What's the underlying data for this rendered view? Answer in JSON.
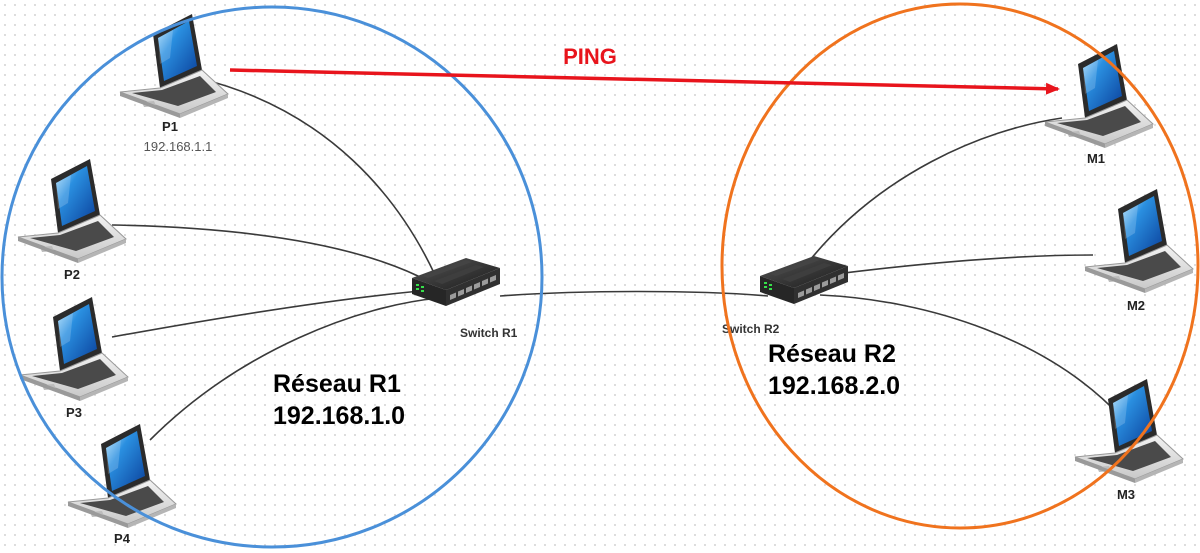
{
  "colors": {
    "network_r1": "#4a90d9",
    "network_r2": "#f0731e",
    "ping": "#e8141c",
    "cable": "#3a3a3a"
  },
  "ping": {
    "label": "PING",
    "from": "P1",
    "to": "M1"
  },
  "networks": {
    "r1": {
      "name": "Réseau R1",
      "address": "192.168.1.0"
    },
    "r2": {
      "name": "Réseau R2",
      "address": "192.168.2.0"
    }
  },
  "switches": {
    "s1": {
      "label": "Switch R1",
      "icon": "network-switch-icon"
    },
    "s2": {
      "label": "Switch R2",
      "icon": "network-switch-icon"
    }
  },
  "hosts": {
    "p1": {
      "name": "P1",
      "ip": "192.168.1.1",
      "icon": "laptop-icon"
    },
    "p2": {
      "name": "P2",
      "icon": "laptop-icon"
    },
    "p3": {
      "name": "P3",
      "icon": "laptop-icon"
    },
    "p4": {
      "name": "P4",
      "icon": "laptop-icon"
    },
    "m1": {
      "name": "M1",
      "icon": "laptop-icon"
    },
    "m2": {
      "name": "M2",
      "icon": "laptop-icon"
    },
    "m3": {
      "name": "M3",
      "icon": "laptop-icon"
    }
  },
  "links": [
    [
      "P1",
      "Switch R1"
    ],
    [
      "P2",
      "Switch R1"
    ],
    [
      "P3",
      "Switch R1"
    ],
    [
      "P4",
      "Switch R1"
    ],
    [
      "Switch R1",
      "Switch R2"
    ],
    [
      "Switch R2",
      "M1"
    ],
    [
      "Switch R2",
      "M2"
    ],
    [
      "Switch R2",
      "M3"
    ]
  ]
}
